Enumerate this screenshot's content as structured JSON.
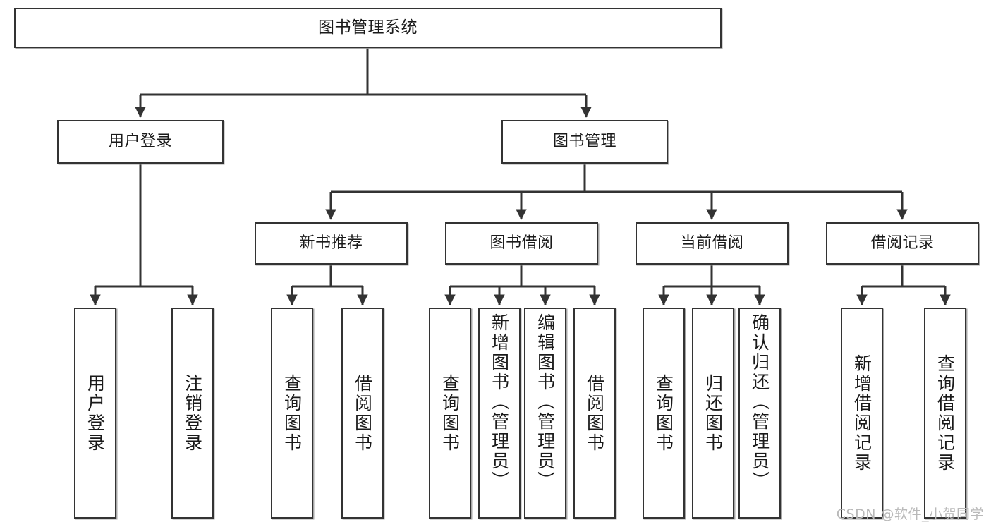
{
  "diagram": {
    "title": "图书管理系统",
    "type": "功能结构图",
    "watermark": "CSDN @软件_小贺同学",
    "colors": {
      "background": "#ffffff",
      "box_border": "#333333",
      "box_fill": "#ffffff",
      "edge": "#333333",
      "text": "#1a1a1a",
      "watermark": "#b9b9b9"
    }
  },
  "nodes": {
    "root": {
      "id": "root",
      "label": "图书管理系统",
      "level": 0
    },
    "level1": [
      {
        "id": "user-login",
        "label": "用户登录",
        "level": 1
      },
      {
        "id": "book-manage",
        "label": "图书管理",
        "level": 1
      }
    ],
    "level2": [
      {
        "id": "new-book-recommend",
        "label": "新书推荐",
        "level": 2
      },
      {
        "id": "book-borrow",
        "label": "图书借阅",
        "level": 2
      },
      {
        "id": "current-borrow",
        "label": "当前借阅",
        "level": 2
      },
      {
        "id": "borrow-record",
        "label": "借阅记录",
        "level": 2
      }
    ],
    "leaves": [
      {
        "id": "leaf-user-login",
        "label": "用户登录",
        "parent": "user-login"
      },
      {
        "id": "leaf-user-logout",
        "label": "注销登录",
        "parent": "user-login"
      },
      {
        "id": "leaf-query-book-1",
        "label": "查询图书",
        "parent": "new-book-recommend"
      },
      {
        "id": "leaf-borrow-book-1",
        "label": "借阅图书",
        "parent": "new-book-recommend"
      },
      {
        "id": "leaf-query-book-2",
        "label": "查询图书",
        "parent": "book-borrow"
      },
      {
        "id": "leaf-add-book",
        "label": "新增图书（管理员）",
        "parent": "book-borrow"
      },
      {
        "id": "leaf-edit-book",
        "label": "编辑图书（管理员）",
        "parent": "book-borrow"
      },
      {
        "id": "leaf-borrow-book-2",
        "label": "借阅图书",
        "parent": "book-borrow"
      },
      {
        "id": "leaf-query-book-3",
        "label": "查询图书",
        "parent": "current-borrow"
      },
      {
        "id": "leaf-return-book",
        "label": "归还图书",
        "parent": "current-borrow"
      },
      {
        "id": "leaf-confirm-return",
        "label": "确认归还（管理员）",
        "parent": "current-borrow"
      },
      {
        "id": "leaf-add-record",
        "label": "新增借阅记录",
        "parent": "borrow-record"
      },
      {
        "id": "leaf-query-record",
        "label": "查询借阅记录",
        "parent": "borrow-record"
      }
    ]
  }
}
